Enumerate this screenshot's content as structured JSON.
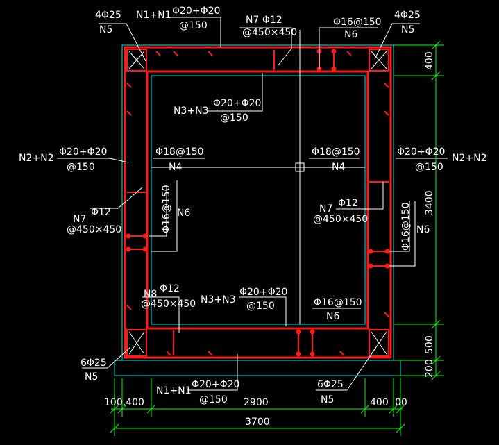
{
  "colors": {
    "background": "#000000",
    "rebar": "#ff1a1a",
    "outline": "#00e6e6",
    "dimension": "#00ff00",
    "leader": "#ffffff",
    "text": "#ffffff"
  },
  "labels": {
    "tl_n5_top": "4Φ25",
    "tl_n5_bot": "N5",
    "top_n1_pre": "N1+N1",
    "top_n1_top": "Φ20+Φ20",
    "top_n1_bot": "@150",
    "top_n7_top": "N7 Φ12",
    "top_n7_bot": "@450×450",
    "top_n6_top": "Φ16@150",
    "top_n6_bot": "N6",
    "tr_n5_top": "4Φ25",
    "tr_n5_bot": "N5",
    "n3_top_pre": "N3+N3",
    "n3_top_top": "Φ20+Φ20",
    "n3_top_bot": "@150",
    "n2_left_pre": "N2+N2",
    "n2_left_top": "Φ20+Φ20",
    "n2_left_bot": "@150",
    "n4_left_top": "Φ18@150",
    "n4_left_bot": "N4",
    "n4_right_top": "Φ18@150",
    "n4_right_bot": "N4",
    "n2_right_top": "Φ20+Φ20",
    "n2_right_bot": "@150",
    "n2_right_post": "N2+N2",
    "n7_left_pre": "N7",
    "n7_left_top": "Φ12",
    "n7_left_bot": "@450×450",
    "n6_left_vert": "Φ16@150",
    "n6_left_side": "N6",
    "n7_right_pre": "N7",
    "n7_right_top": "Φ12",
    "n7_right_bot": "@450×450",
    "n6_right_vert": "Φ16@150",
    "n6_right_side": "N6",
    "n8_pre": "N8",
    "n8_top": "Φ12",
    "n8_bot": "@450×450",
    "n3_bot_pre": "N3+N3",
    "n3_bot_top": "Φ20+Φ20",
    "n3_bot_bot": "@150",
    "n6_bot_top": "Φ16@150",
    "n6_bot_bot": "N6",
    "bl_n5_top": "6Φ25",
    "bl_n5_bot": "N5",
    "bot_n1_pre": "N1+N1",
    "bot_n1_top": "Φ20+Φ20",
    "bot_n1_bot": "@150",
    "br_n5_top": "6Φ25",
    "br_n5_bot": "N5"
  },
  "dimensions": {
    "right_400": "400",
    "right_3400": "3400",
    "right_500": "500",
    "right_200": "200",
    "bottom_100_400": "100,400",
    "bottom_2900": "2900",
    "bottom_400": "400",
    "bottom_100": "00",
    "bottom_total": "3700"
  }
}
